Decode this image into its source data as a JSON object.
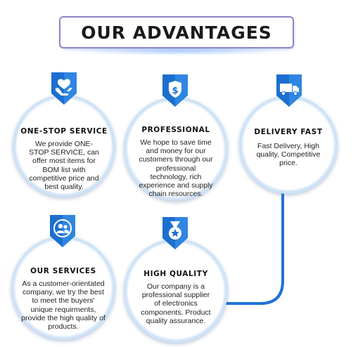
{
  "header": {
    "title": "OUR ADVANTAGES"
  },
  "cards": [
    {
      "id": "one-stop",
      "title": "ONE-STOP SERVICE",
      "body": "We provide ONE-STOP SERVICE, can offer most items for BOM list with competitive price and best quality.",
      "icon": "heart-hand-icon"
    },
    {
      "id": "professional",
      "title": "PROFESSIONAL",
      "body": "We hope to save time and money for our customers through our professional technology, rich experience and supply chain resources.",
      "icon": "dollar-shield-icon"
    },
    {
      "id": "delivery",
      "title": "DELIVERY FAST",
      "body": "Fast Delivery, High quality, Competitive price.",
      "icon": "truck-icon"
    },
    {
      "id": "services",
      "title": "OUR SERVICES",
      "body": "As a customer-orientated company, we try the best to meet the buyers' unique requirments, provide the high quality of products.",
      "icon": "users-icon"
    },
    {
      "id": "quality",
      "title": "HIGH QUALITY",
      "body": "Our company is a professional supplier of electronics components. Product quality assurance.",
      "icon": "medal-star-icon"
    }
  ],
  "colors": {
    "accent": "#1f73d6",
    "ring": "#cfe3f7",
    "badge_light": "#3a8fe6",
    "badge_dark": "#1763c2"
  }
}
